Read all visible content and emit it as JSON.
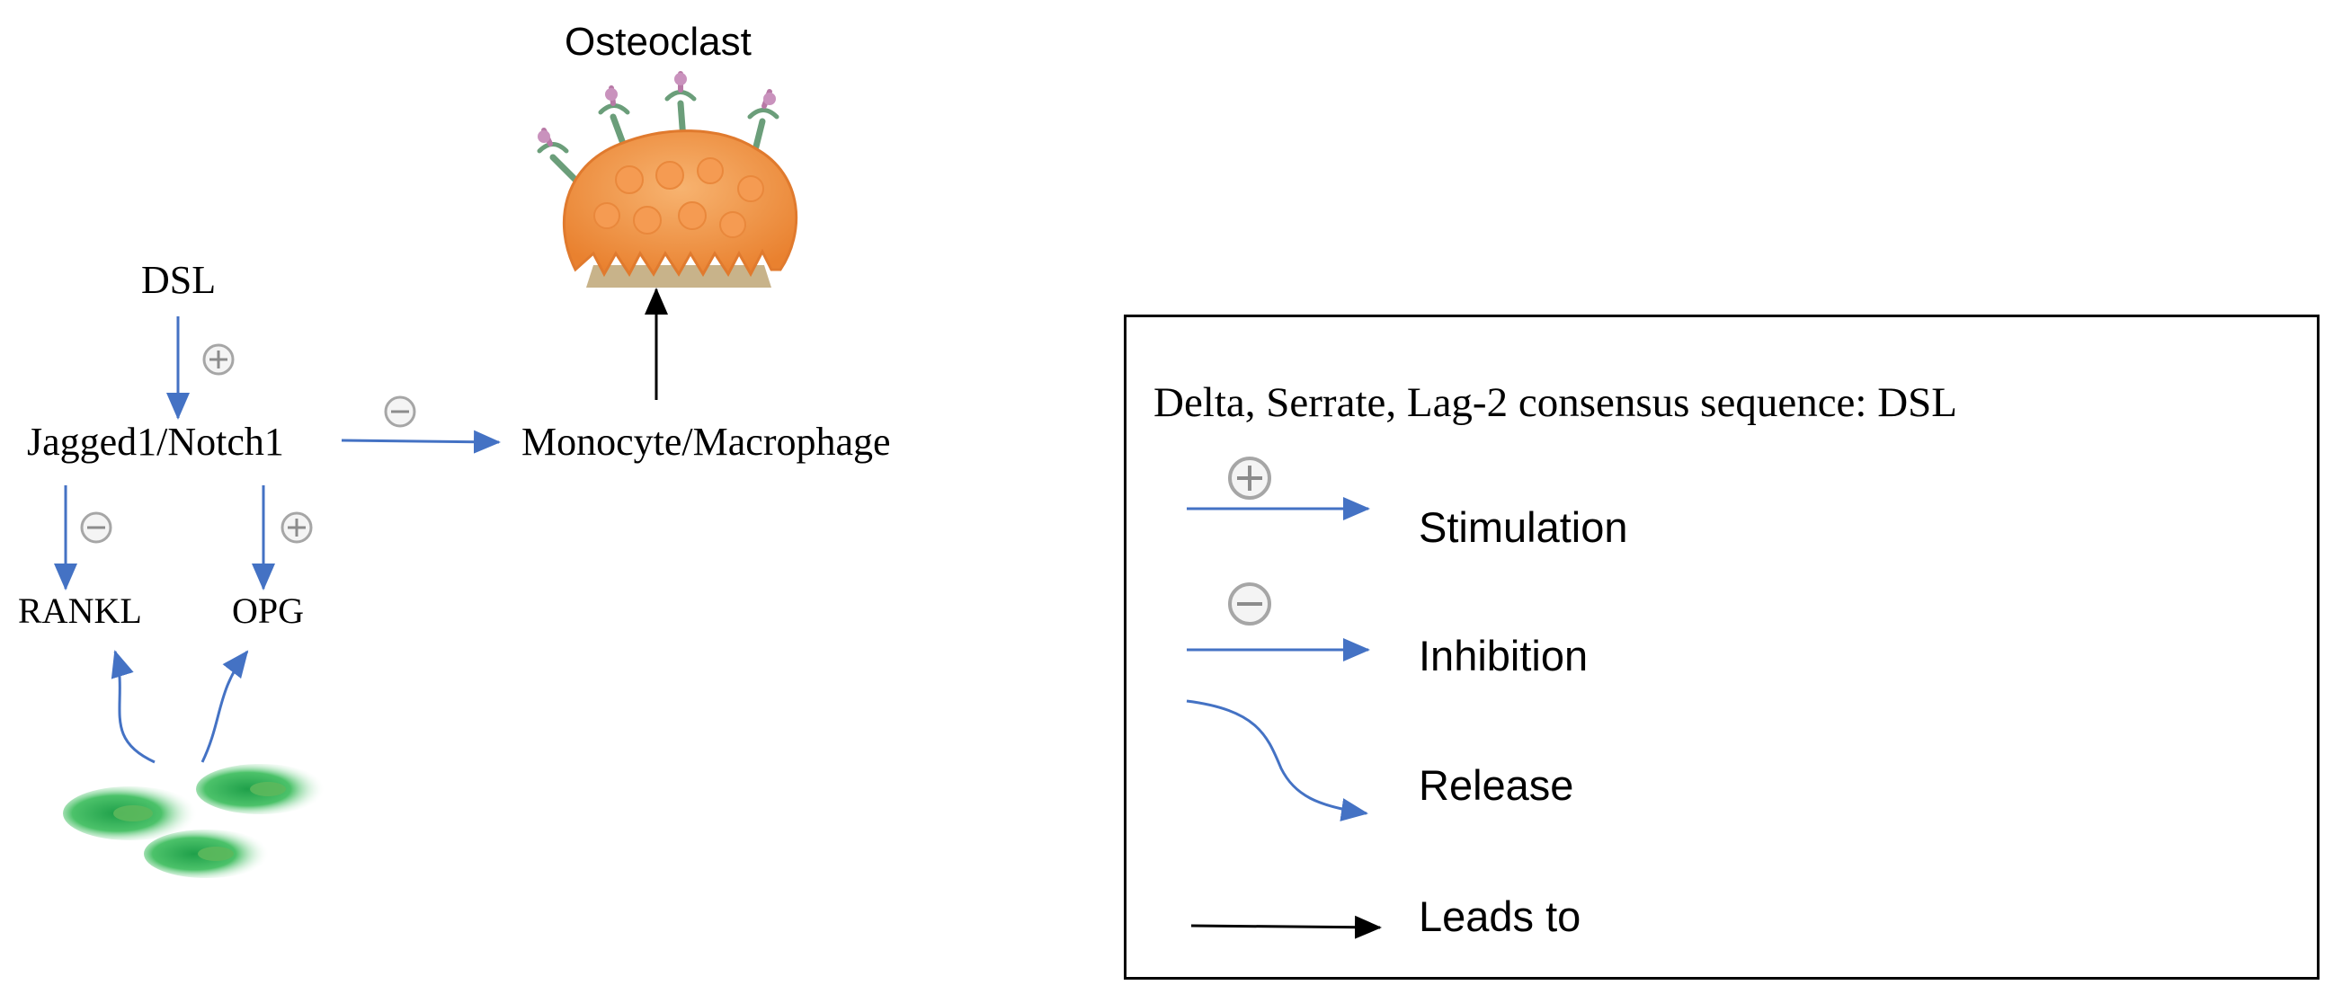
{
  "title": "Osteoclast",
  "nodes": {
    "dsl": "DSL",
    "jagged_notch": "Jagged1/Notch1",
    "monocyte": "Monocyte/Macrophage",
    "rankl": "RANKL",
    "opg": "OPG"
  },
  "legend": {
    "header": "Delta, Serrate, Lag-2 consensus sequence: DSL",
    "items": [
      {
        "label": "Stimulation",
        "sign": "+"
      },
      {
        "label": "Inhibition",
        "sign": "−"
      },
      {
        "label": "Release",
        "sign": ""
      },
      {
        "label": "Leads to",
        "sign": ""
      }
    ]
  },
  "colors": {
    "arrow_blue": "#4472C4",
    "leads_to": "#000000",
    "sign_grey": "#A6A6A6",
    "osteoclast_body": "#F29A4C",
    "osteoclast_base": "#C8B38A",
    "cell_green": "#3CB44B"
  }
}
